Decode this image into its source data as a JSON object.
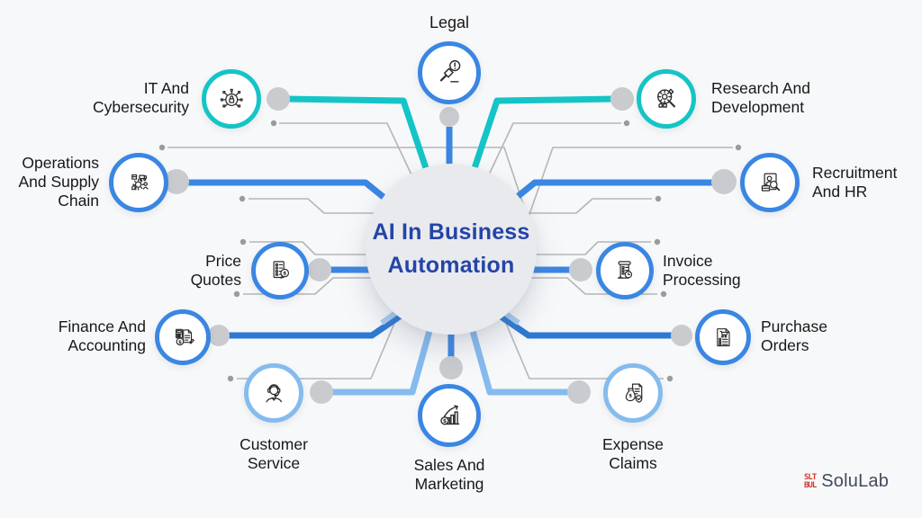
{
  "center": {
    "title": "AI In Business\nAutomation"
  },
  "nodes": {
    "legal": {
      "label": "Legal",
      "icon": "gavel-alert-icon",
      "accent": "#3a86e3"
    },
    "it_cybersecurity": {
      "label": "IT And\nCybersecurity",
      "icon": "cybersecurity-lock-icon",
      "accent": "#15c4c6"
    },
    "research_development": {
      "label": "Research And\nDevelopment",
      "icon": "research-magnifier-gear-icon",
      "accent": "#15c4c6"
    },
    "operations_supply_chain": {
      "label": "Operations\nAnd Supply\nChain",
      "icon": "supply-chain-icon",
      "accent": "#3a86e3"
    },
    "recruitment_hr": {
      "label": "Recruitment\nAnd HR",
      "icon": "recruitment-search-icon",
      "accent": "#3a86e3"
    },
    "price_quotes": {
      "label": "Price\nQuotes",
      "icon": "price-quotes-list-icon",
      "accent": "#3a86e3"
    },
    "invoice_processing": {
      "label": "Invoice\nProcessing",
      "icon": "invoice-receipt-icon",
      "accent": "#3a86e3"
    },
    "finance_accounting": {
      "label": "Finance And\nAccounting",
      "icon": "finance-calculator-icon",
      "accent": "#3a86e3"
    },
    "purchase_orders": {
      "label": "Purchase\nOrders",
      "icon": "purchase-order-cart-icon",
      "accent": "#3a86e3"
    },
    "customer_service": {
      "label": "Customer\nService",
      "icon": "customer-headset-icon",
      "accent": "#85bbee"
    },
    "sales_marketing": {
      "label": "Sales And\nMarketing",
      "icon": "sales-growth-chart-icon",
      "accent": "#3a86e3"
    },
    "expense_claims": {
      "label": "Expense\nClaims",
      "icon": "expense-claims-icon",
      "accent": "#85bbee"
    }
  },
  "logo": {
    "brand": "SoluLab",
    "mark_rows": [
      "SLT",
      "BUL"
    ],
    "mark_color": "#d23b31",
    "text_color": "#414b5a"
  },
  "colors": {
    "background": "#f7f8fa",
    "center_circle": "#e9eaed",
    "center_text": "#2444a8",
    "teal_accent": "#15c4c6",
    "blue_accent": "#3a86e3",
    "dark_blue_accent": "#2d79d4",
    "light_blue_accent": "#85bbee",
    "trace_gray": "#b6b6b6",
    "connector_dot_gray": "#c9cbce",
    "label_text": "#181818"
  }
}
